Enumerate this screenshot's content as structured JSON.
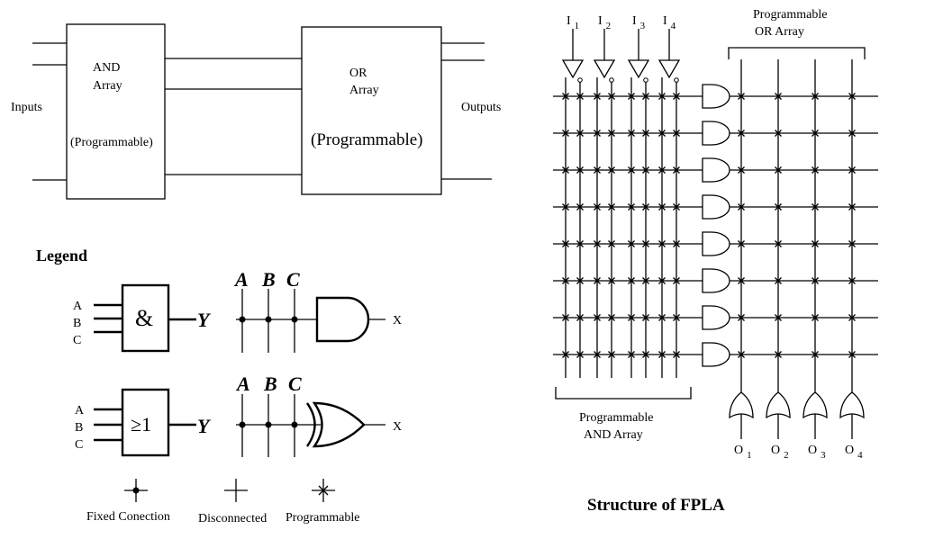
{
  "block_diagram": {
    "inputs_label": "Inputs",
    "outputs_label": "Outputs",
    "and_title_1": "AND",
    "and_title_2": "Array",
    "and_sub": "(Programmable)",
    "or_title_1": "OR",
    "or_title_2": "Array",
    "or_sub": "(Programmable)"
  },
  "legend": {
    "title": "Legend",
    "and_symbol": "&",
    "or_symbol": "≥1",
    "gate_inputs": [
      "A",
      "B",
      "C"
    ],
    "gate_output": "Y",
    "bus_inputs": [
      "A",
      "B",
      "C"
    ],
    "bus_output": "X",
    "fixed_label": "Fixed Conection",
    "disconnected_label": "Disconnected",
    "programmable_label": "Programmable"
  },
  "fpla": {
    "inputs": [
      {
        "base": "I",
        "sub": "1"
      },
      {
        "base": "I",
        "sub": "2"
      },
      {
        "base": "I",
        "sub": "3"
      },
      {
        "base": "I",
        "sub": "4"
      }
    ],
    "outputs": [
      {
        "base": "O",
        "sub": "1"
      },
      {
        "base": "O",
        "sub": "2"
      },
      {
        "base": "O",
        "sub": "3"
      },
      {
        "base": "O",
        "sub": "4"
      }
    ],
    "or_array_label_1": "Programmable",
    "or_array_label_2": "OR Array",
    "and_array_label_1": "Programmable",
    "and_array_label_2": "AND Array",
    "product_terms": 8,
    "title": "Structure of FPLA"
  }
}
